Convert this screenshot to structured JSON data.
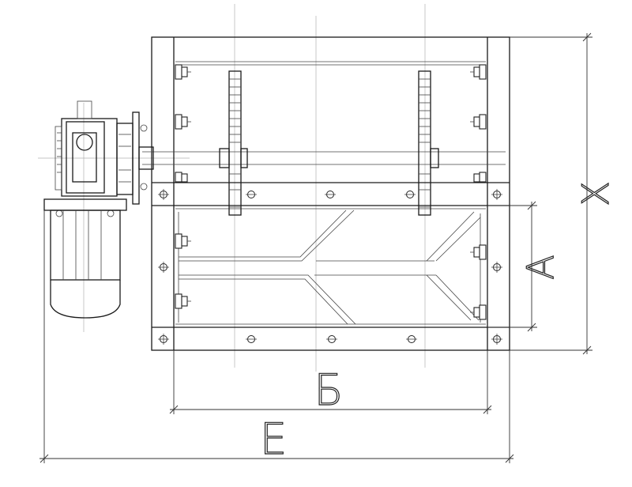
{
  "drawing": {
    "dimensions": {
      "a": "A",
      "b": "Б",
      "e": "E",
      "x": "X"
    },
    "colors": {
      "line": "#1a1a1a",
      "centerline": "#b0b0b0",
      "background": "#ffffff"
    }
  }
}
